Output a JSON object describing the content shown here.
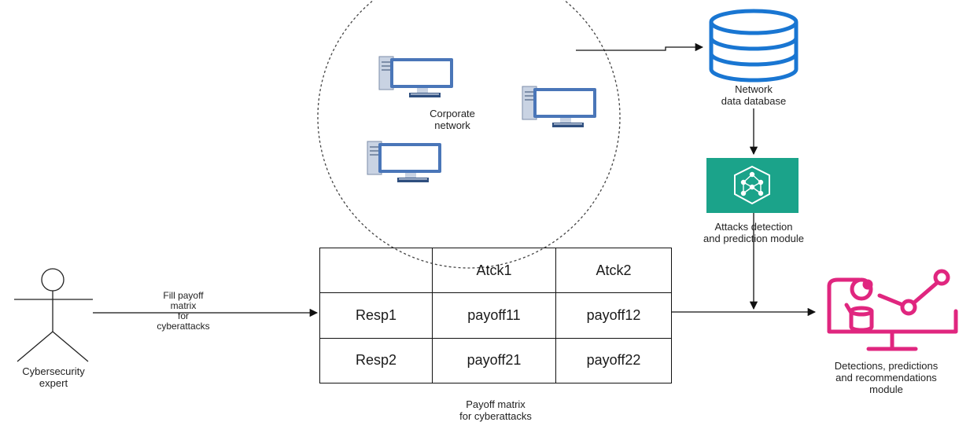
{
  "corporate_network": {
    "label": "Corporate\nnetwork"
  },
  "database": {
    "label": "Network\ndata database",
    "color": "#1976d2"
  },
  "attack_module": {
    "label": "Attacks detection\nand prediction module",
    "color": "#1ba38a"
  },
  "results_module": {
    "label": "Detections, predictions\nand recommendations\nmodule",
    "color": "#e0267f"
  },
  "expert": {
    "label": "Cybersecurity\nexpert"
  },
  "edge_fill": {
    "label": "Fill payoff\nmatrix\nfor\ncyberattacks"
  },
  "matrix": {
    "caption": "Payoff matrix\nfor cyberattacks",
    "header": [
      "",
      "Atck1",
      "Atck2"
    ],
    "rows": [
      [
        "Resp1",
        "payoff11",
        "payoff12"
      ],
      [
        "Resp2",
        "payoff21",
        "payoff22"
      ]
    ]
  },
  "monitor_color": "#4a76b8"
}
